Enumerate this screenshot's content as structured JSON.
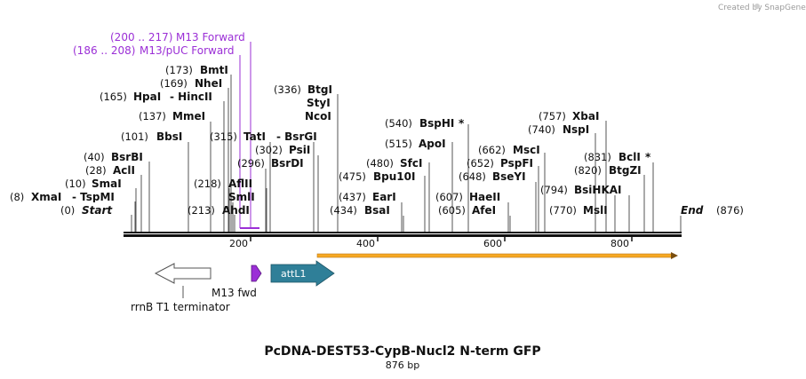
{
  "credit": "Created by SnapGene",
  "title": "PcDNA-DEST53-CypB-Nucl2 N-term GFP",
  "length_label": "876 bp",
  "sequence_length": 876,
  "ticks": [
    {
      "bp": 200,
      "label": "200"
    },
    {
      "bp": 400,
      "label": "400"
    },
    {
      "bp": 600,
      "label": "600"
    },
    {
      "bp": 800,
      "label": "800"
    }
  ],
  "ends": {
    "start": {
      "pos": "(0)",
      "name": "Start"
    },
    "end": {
      "pos": "(876)",
      "name": "End"
    }
  },
  "primers": [
    {
      "range": "(200 .. 217)",
      "name": "M13 Forward"
    },
    {
      "range": "(186 .. 208)",
      "name": "M13/pUC Forward"
    }
  ],
  "enzymes": [
    {
      "pos": "(173)",
      "name": "BmtI"
    },
    {
      "pos": "(169)",
      "name": "NheI"
    },
    {
      "pos": "(165)",
      "name": "HpaI",
      "alt": "- HincII"
    },
    {
      "pos": "(137)",
      "name": "MmeI"
    },
    {
      "pos": "(101)",
      "name": "BbsI"
    },
    {
      "pos": "(40)",
      "name": "BsrBI"
    },
    {
      "pos": "(28)",
      "name": "AclI"
    },
    {
      "pos": "(10)",
      "name": "SmaI"
    },
    {
      "pos": "(8)",
      "name": "XmaI",
      "alt": "- TspMI"
    },
    {
      "pos": "(315)",
      "name": "TatI",
      "alt": "- BsrGI"
    },
    {
      "pos": "(302)",
      "name": "PsiI"
    },
    {
      "pos": "(296)",
      "name": "BsrDI"
    },
    {
      "pos": "(218)",
      "name": "AflII"
    },
    {
      "pos": "",
      "name": "SmlI"
    },
    {
      "pos": "(213)",
      "name": "AhdI"
    },
    {
      "pos": "(336)",
      "name": "BtgI"
    },
    {
      "pos": "",
      "name": "StyI"
    },
    {
      "pos": "",
      "name": "NcoI"
    },
    {
      "pos": "(540)",
      "name": "BspHI",
      "star": "*"
    },
    {
      "pos": "(515)",
      "name": "ApoI"
    },
    {
      "pos": "(480)",
      "name": "SfcI"
    },
    {
      "pos": "(475)",
      "name": "Bpu10I"
    },
    {
      "pos": "(437)",
      "name": "EarI"
    },
    {
      "pos": "(434)",
      "name": "BsaI"
    },
    {
      "pos": "(662)",
      "name": "MscI"
    },
    {
      "pos": "(652)",
      "name": "PspFI"
    },
    {
      "pos": "(648)",
      "name": "BseYI"
    },
    {
      "pos": "(607)",
      "name": "HaeII"
    },
    {
      "pos": "(605)",
      "name": "AfeI"
    },
    {
      "pos": "(757)",
      "name": "XbaI"
    },
    {
      "pos": "(740)",
      "name": "NspI"
    },
    {
      "pos": "(831)",
      "name": "BclI",
      "star": "*"
    },
    {
      "pos": "(820)",
      "name": "BtgZI"
    },
    {
      "pos": "(794)",
      "name": "BsiHKAI"
    },
    {
      "pos": "(770)",
      "name": "MslI"
    }
  ],
  "features": {
    "rrnb": {
      "label": "rrnB T1 terminator",
      "color": "#ffffff"
    },
    "m13fwd": {
      "label": "M13 fwd",
      "color": "#9b2fd6"
    },
    "attl1": {
      "label": "attL1",
      "color": "#2f7f98"
    },
    "orf": {
      "color": "#f7a823"
    }
  }
}
